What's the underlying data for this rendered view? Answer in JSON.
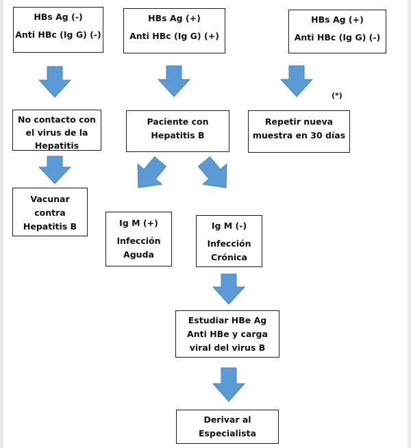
{
  "colors": {
    "arrow": "#5b9bd5",
    "arrow_stroke": "#4a86bd",
    "border": "#1a1a1a"
  },
  "boxes": {
    "hbs_neg": {
      "line1": "HBs Ag (-)",
      "line2": "Anti HBc (Ig G) (-)"
    },
    "hbs_pos_antihbc_pos": {
      "line1": "HBs Ag (+)",
      "line2": "Anti HBc (Ig G) (+)"
    },
    "hbs_pos_antihbc_neg": {
      "line1": "HBs Ag (+)",
      "line2": "Anti HBc (Ig G) (-)"
    },
    "no_contact": {
      "line1": "No contacto con",
      "line2": "el virus de la",
      "line3": "Hepatitis"
    },
    "patient": {
      "line1": "Paciente con",
      "line2": "Hepatitis B"
    },
    "repeat": {
      "line1": "Repetir nueva",
      "line2": "muestra en 30 días"
    },
    "vaccinate": {
      "line1": "Vacunar",
      "line2": "contra",
      "line3": "Hepatitis B"
    },
    "igm_pos": {
      "line1": "Ig M (+)",
      "line2": "Infección",
      "line3": "Aguda"
    },
    "igm_neg": {
      "line1": "Ig M (-)",
      "line2": "Infección",
      "line3": "Crónica"
    },
    "study": {
      "line1": "Estudiar HBe Ag",
      "line2": "Anti HBe y carga",
      "line3": "viral del virus B"
    },
    "refer": {
      "line1": "Derivar al",
      "line2": "Especialista"
    }
  },
  "note": "(*)"
}
